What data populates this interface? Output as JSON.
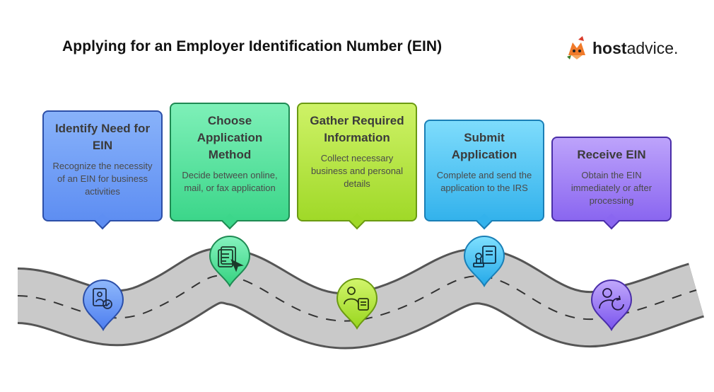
{
  "title": "Applying for an Employer Identification Number (EIN)",
  "brand": {
    "bold": "host",
    "rest": "advice."
  },
  "steps": [
    {
      "title": "Identify Need for EIN",
      "desc": "Recognize the necessity of an EIN for business activities",
      "icon": "id-badge-check-icon",
      "color": "#6d9bf5"
    },
    {
      "title": "Choose Application Method",
      "desc": "Decide between online, mail, or fax application",
      "icon": "document-click-icon",
      "color": "#5fe3a1"
    },
    {
      "title": "Gather Required Information",
      "desc": "Collect necessary business and personal details",
      "icon": "person-document-icon",
      "color": "#b3e63f"
    },
    {
      "title": "Submit Application",
      "desc": "Complete and send the application to the IRS",
      "icon": "stamp-document-icon",
      "color": "#4fc4ee"
    },
    {
      "title": "Receive EIN",
      "desc": "Obtain the EIN immediately or after processing",
      "icon": "user-refresh-icon",
      "color": "#9c7bf2"
    }
  ]
}
